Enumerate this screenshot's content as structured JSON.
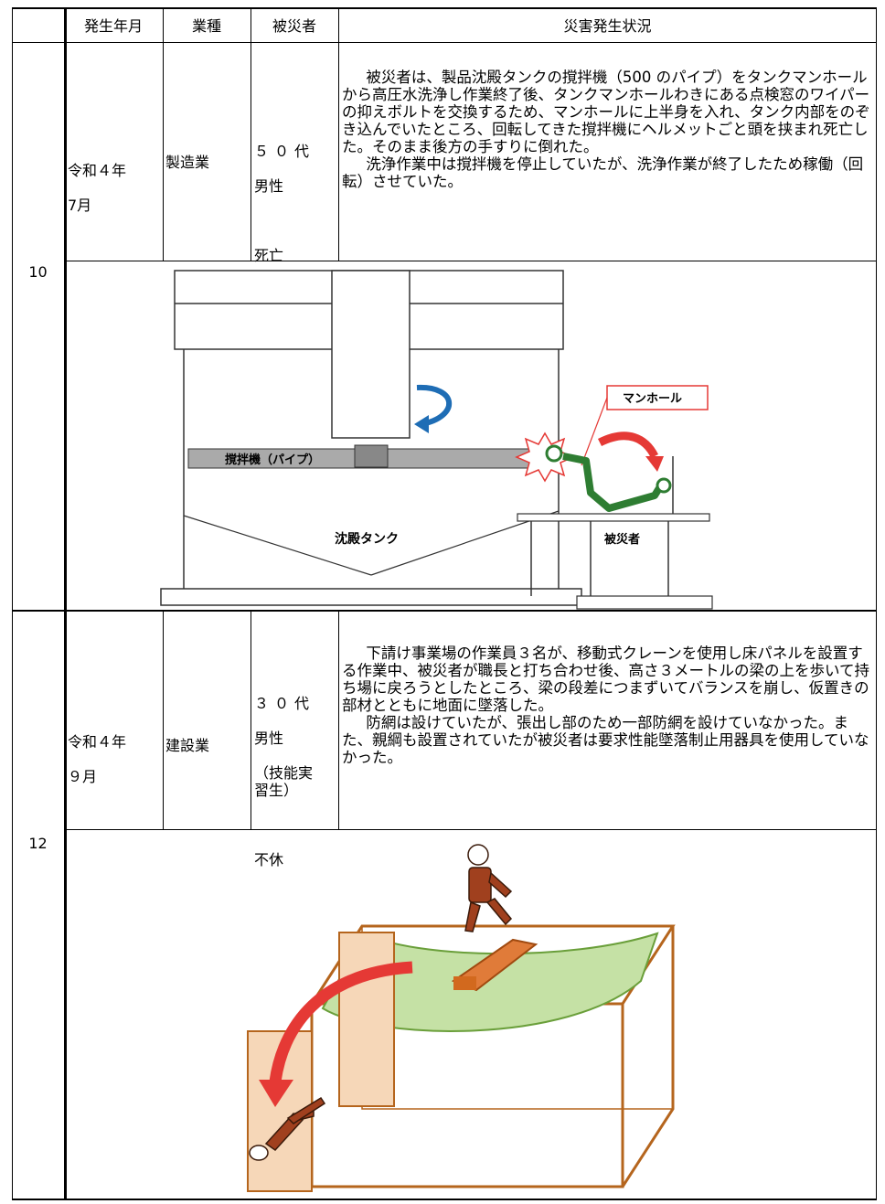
{
  "header": {
    "col_num": "",
    "col_date": "発生年月",
    "col_industry": "業種",
    "col_victim": "被災者",
    "col_situation": "災害発生状況"
  },
  "cases": [
    {
      "number": "10",
      "date_line1": "令和４年",
      "date_line2": "7月",
      "industry": "製造業",
      "victim_age": "５０代",
      "victim_sex": "男性",
      "victim_outcome": "死亡",
      "description_p1": "被災者は、製品沈殿タンクの撹拌機（500 のパイプ）をタンクマンホールから高圧水洗浄し作業終了後、タンクマンホールわきにある点検窓のワイパーの抑えボルトを交換するため、マンホールに上半身を入れ、タンク内部をのぞき込んでいたところ、回転してきた撹拌機にヘルメットごと頭を挟まれ死亡した。そのまま後方の手すりに倒れた。",
      "description_p2": "洗浄作業中は撹拌機を停止していたが、洗浄作業が終了したため稼働（回転）させていた。",
      "diagram": {
        "label_manhole": "マンホール",
        "label_agitator": "撹拌機（パイプ）",
        "label_tank": "沈殿タンク",
        "label_victim": "被災者"
      }
    },
    {
      "number": "12",
      "date_line1": "令和４年",
      "date_line2": "９月",
      "industry": "建設業",
      "victim_age": "３０代",
      "victim_sex": "男性",
      "victim_role": "（技能実習生）",
      "victim_outcome": "不休",
      "description_p1": "下請け事業場の作業員３名が、移動式クレーンを使用し床パネルを設置する作業中、被災者が職長と打ち合わせ後、高さ３メートルの梁の上を歩いて持ち場に戻ろうとしたところ、梁の段差につまずいてバランスを崩し、仮置きの部材とともに地面に墜落した。",
      "description_p2": "防網は設けていたが、張出し部のため一部防網を設けていなかった。また、親綱も設置されていたが被災者は要求性能墜落制止用器具を使用していなかった。"
    }
  ],
  "colors": {
    "border": "#000000",
    "steel": "#b5651d",
    "net": "#8bc34a",
    "arrow": "#e53935",
    "worker": "#a0401e"
  }
}
